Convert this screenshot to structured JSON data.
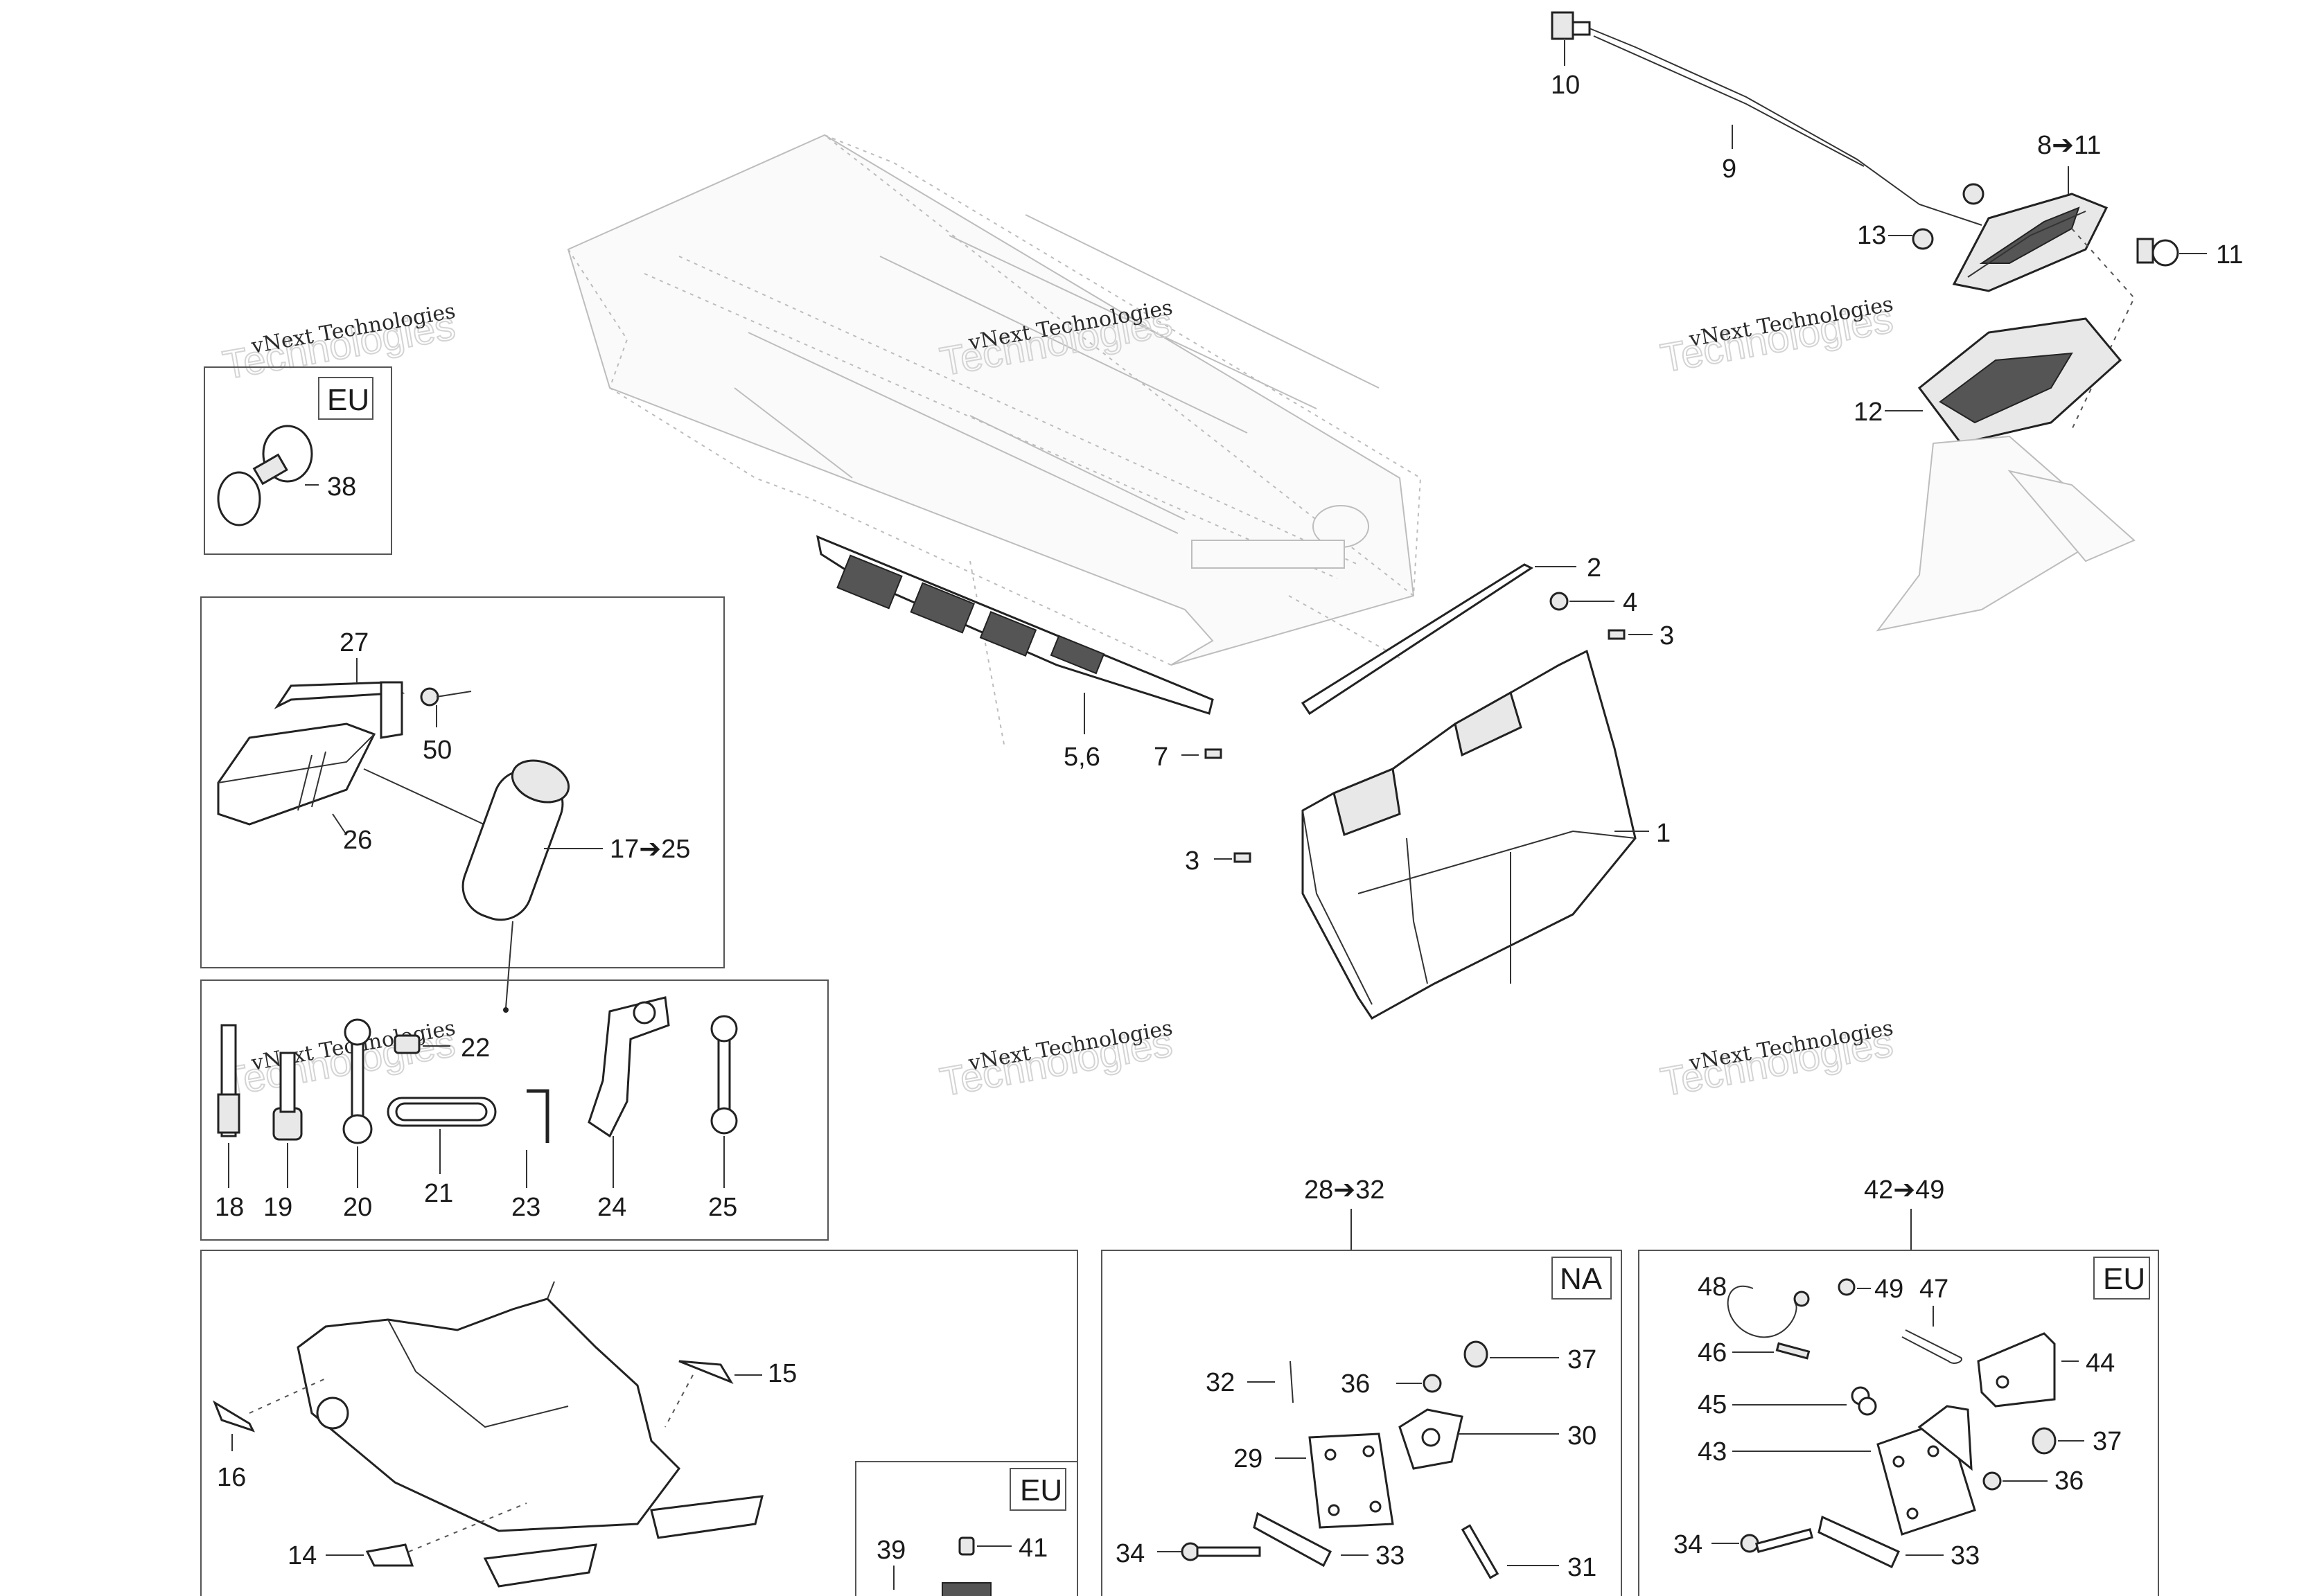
{
  "watermark": {
    "line1": "vNext Technologies",
    "line2": "Technologies"
  },
  "region_tags": {
    "eu_top": "EU",
    "na_bracket": "NA",
    "eu_bracket": "EU",
    "eu_snow": "EU"
  },
  "callouts": {
    "c1": "1",
    "c2": "2",
    "c3a": "3",
    "c3b": "3",
    "c4": "4",
    "c56": "5,6",
    "c7": "7",
    "c811": "8➔11",
    "c9": "9",
    "c10": "10",
    "c11": "11",
    "c12": "12",
    "c13": "13",
    "c14": "14",
    "c15": "15",
    "c16": "16",
    "c1725": "17➔25",
    "c18": "18",
    "c19": "19",
    "c20": "20",
    "c21": "21",
    "c22": "22",
    "c23": "23",
    "c24": "24",
    "c25": "25",
    "c26": "26",
    "c27": "27",
    "c2832": "28➔32",
    "c29": "29",
    "c30": "30",
    "c31": "31",
    "c32": "32",
    "c33a": "33",
    "c33b": "33",
    "c34a": "34",
    "c34b": "34",
    "c36a": "36",
    "c36b": "36",
    "c37a": "37",
    "c37b": "37",
    "c38": "38",
    "c39": "39",
    "c41": "41",
    "c4249": "42➔49",
    "c43": "43",
    "c44": "44",
    "c45": "45",
    "c46": "46",
    "c47": "47",
    "c48": "48",
    "c49": "49",
    "c50": "50"
  }
}
